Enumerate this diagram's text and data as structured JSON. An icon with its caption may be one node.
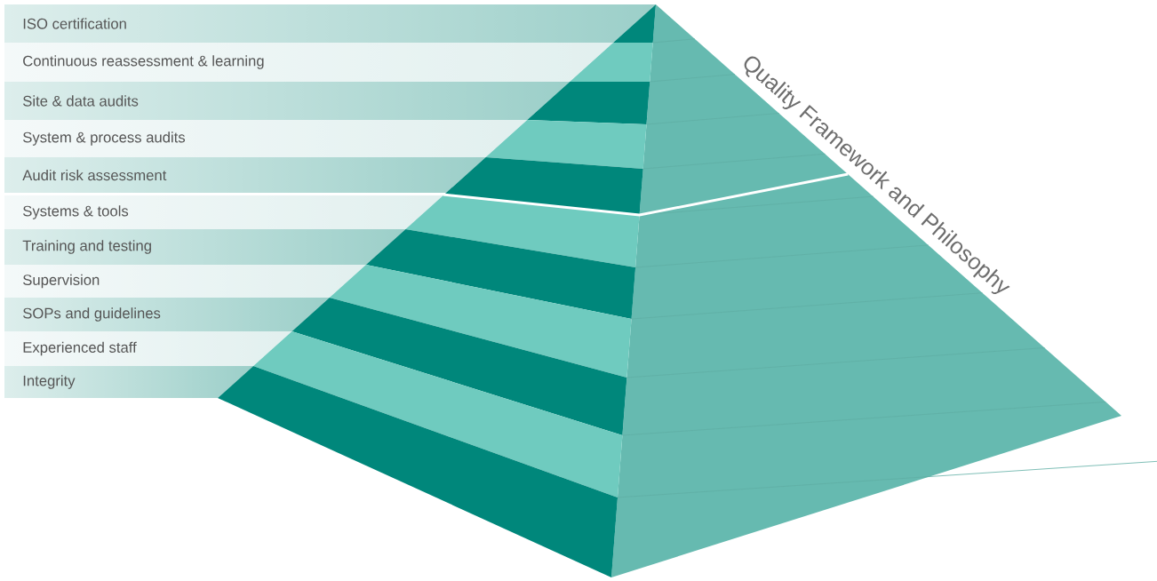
{
  "diagram": {
    "nodes": [
      {
        "text": [
          "ISO certification"
        ]
      },
      {
        "text": [
          "Continuous reassessment & learning"
        ]
      },
      {
        "text": [
          "Site & data audits"
        ]
      },
      {
        "text": [
          "System & process audits"
        ]
      },
      {
        "text": [
          "Audit risk assessment"
        ]
      },
      {
        "text": [
          "Systems & tools"
        ]
      },
      {
        "text": [
          "Training and testing"
        ]
      },
      {
        "text": [
          "Supervision"
        ]
      },
      {
        "text": [
          "SOPs and guidelines"
        ]
      },
      {
        "text": [
          "Experienced staff"
        ]
      },
      {
        "text": [
          "Integrity"
        ]
      }
    ],
    "labels": [
      "Quality Framework and Philosophy"
    ]
  }
}
